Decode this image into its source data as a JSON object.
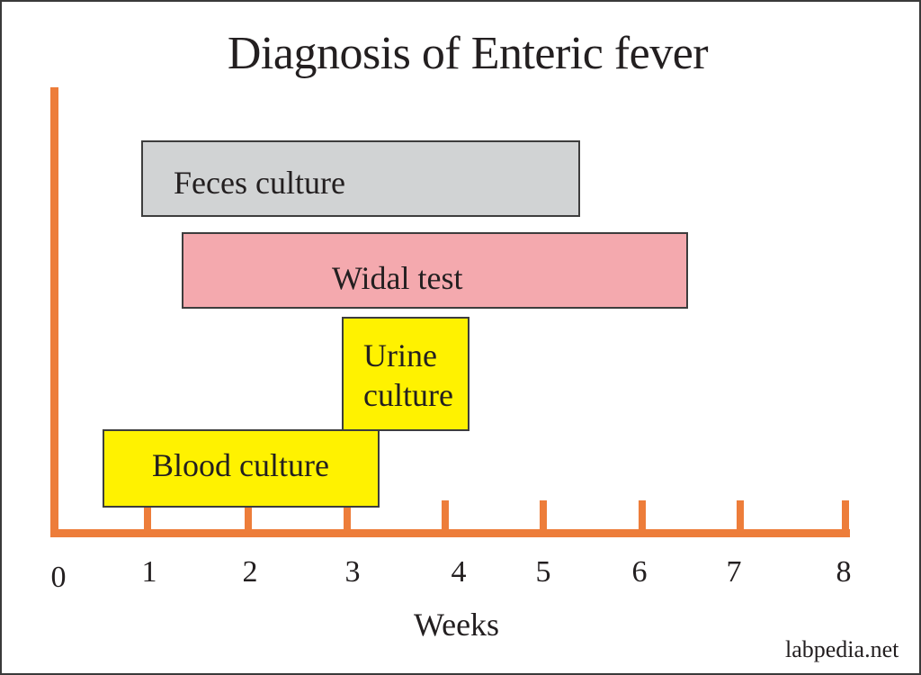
{
  "chart_data": {
    "type": "bar",
    "subtype": "horizontal-range (gantt-style)",
    "title": "Diagnosis of Enteric fever",
    "xlabel": "Weeks",
    "ylabel": "",
    "xlim": [
      0,
      8
    ],
    "x_ticks": [
      "0",
      "1",
      "2",
      "3",
      "4",
      "5",
      "6",
      "7",
      "8"
    ],
    "grid": false,
    "legend": null,
    "series": [
      {
        "name": "Feces culture",
        "start": 0.9,
        "end": 5.3,
        "color": "#d1d3d4"
      },
      {
        "name": "Widal test",
        "start": 1.3,
        "end": 6.4,
        "color": "#f4a9ae"
      },
      {
        "name": "Urine culture",
        "start": 2.9,
        "end": 4.2,
        "color": "#fff200"
      },
      {
        "name": "Blood culture",
        "start": 0.5,
        "end": 3.3,
        "color": "#fff200"
      }
    ],
    "axis_color": "#ed7d3a",
    "annotation": "labpedia.net"
  },
  "labels": {
    "title": "Diagnosis of Enteric fever",
    "xlabel": "Weeks",
    "credit": "labpedia.net",
    "bars": {
      "feces": "Feces culture",
      "widal": "Widal test",
      "urine_1": "Urine",
      "urine_2": "culture",
      "blood": "Blood culture"
    },
    "ticks": [
      "0",
      "1",
      "2",
      "3",
      "4",
      "5",
      "6",
      "7",
      "8"
    ]
  }
}
